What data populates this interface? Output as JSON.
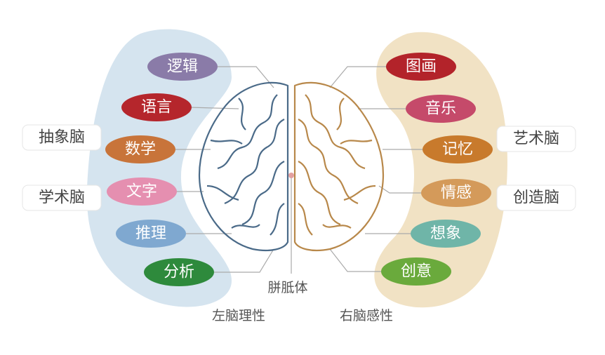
{
  "left": {
    "band_color": "#d5e4ef",
    "caption": "左脑理性",
    "side_labels": [
      "抽象脑",
      "学术脑"
    ],
    "pills": [
      {
        "label": "逻辑",
        "color": "#8a7ba8"
      },
      {
        "label": "语言",
        "color": "#b5262c"
      },
      {
        "label": "数学",
        "color": "#c8743a"
      },
      {
        "label": "文字",
        "color": "#e58fb0"
      },
      {
        "label": "推理",
        "color": "#7fa8d0"
      },
      {
        "label": "分析",
        "color": "#2e8a3c"
      }
    ],
    "brain_color": "#4a6a88"
  },
  "right": {
    "band_color": "#f1e2c4",
    "caption": "右脑感性",
    "side_labels": [
      "艺术脑",
      "创造脑"
    ],
    "pills": [
      {
        "label": "图画",
        "color": "#b3232a"
      },
      {
        "label": "音乐",
        "color": "#c54a6a"
      },
      {
        "label": "记忆",
        "color": "#c87a2c"
      },
      {
        "label": "情感",
        "color": "#d49a5a"
      },
      {
        "label": "想象",
        "color": "#6fb5a8"
      },
      {
        "label": "创意",
        "color": "#6aaa3c"
      }
    ],
    "brain_color": "#b8884a"
  },
  "center_label": "胼胝体"
}
